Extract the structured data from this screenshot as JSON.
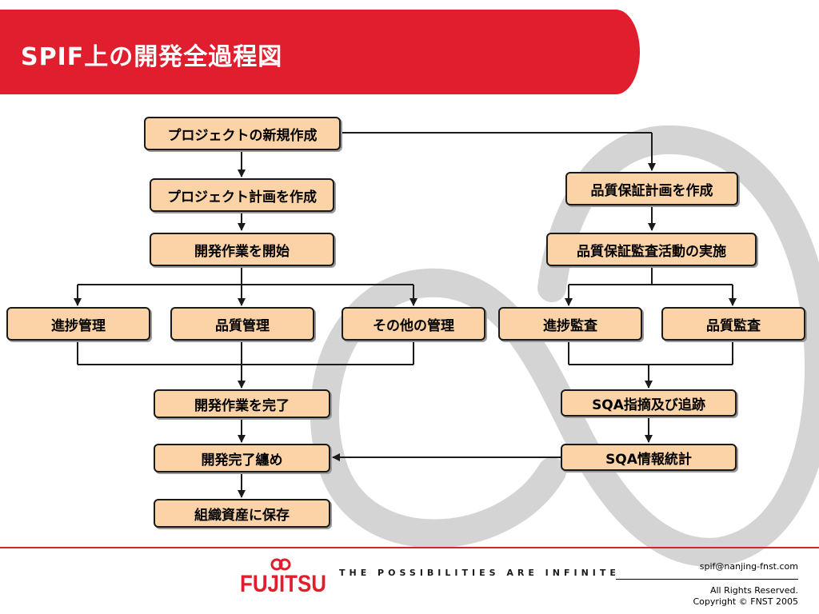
{
  "header": {
    "title": "SPIF上の開発全過程図",
    "banner_color": "#e01e2d"
  },
  "flow": {
    "node_fill": "#fbd3a6",
    "line_color": "#1a1a1a",
    "nodes": {
      "project_create": "プロジェクトの新規作成",
      "project_plan": "プロジェクト計画を作成",
      "dev_start": "開発作業を開始",
      "progress_mgmt": "進捗管理",
      "quality_mgmt": "品質管理",
      "other_mgmt": "その他の管理",
      "dev_complete": "開発作業を完了",
      "dev_summary": "開発完了纏め",
      "save_assets": "組織資産に保存",
      "qa_plan": "品質保証計画を作成",
      "qa_audit_impl": "品質保証監査活動の実施",
      "progress_audit": "進捗監査",
      "quality_audit": "品質監査",
      "sqa_tracking": "SQA指摘及び追跡",
      "sqa_stats": "SQA情報統計"
    }
  },
  "footer": {
    "logo_text": "FUJITSU",
    "tagline": "THE POSSIBILITIES ARE INFINITE",
    "email": "spif@nanjing-fnst.com",
    "rights": "All Rights Reserved.",
    "copyright": "Copyright © FNST 2005",
    "accent_color": "#e01e2d"
  }
}
